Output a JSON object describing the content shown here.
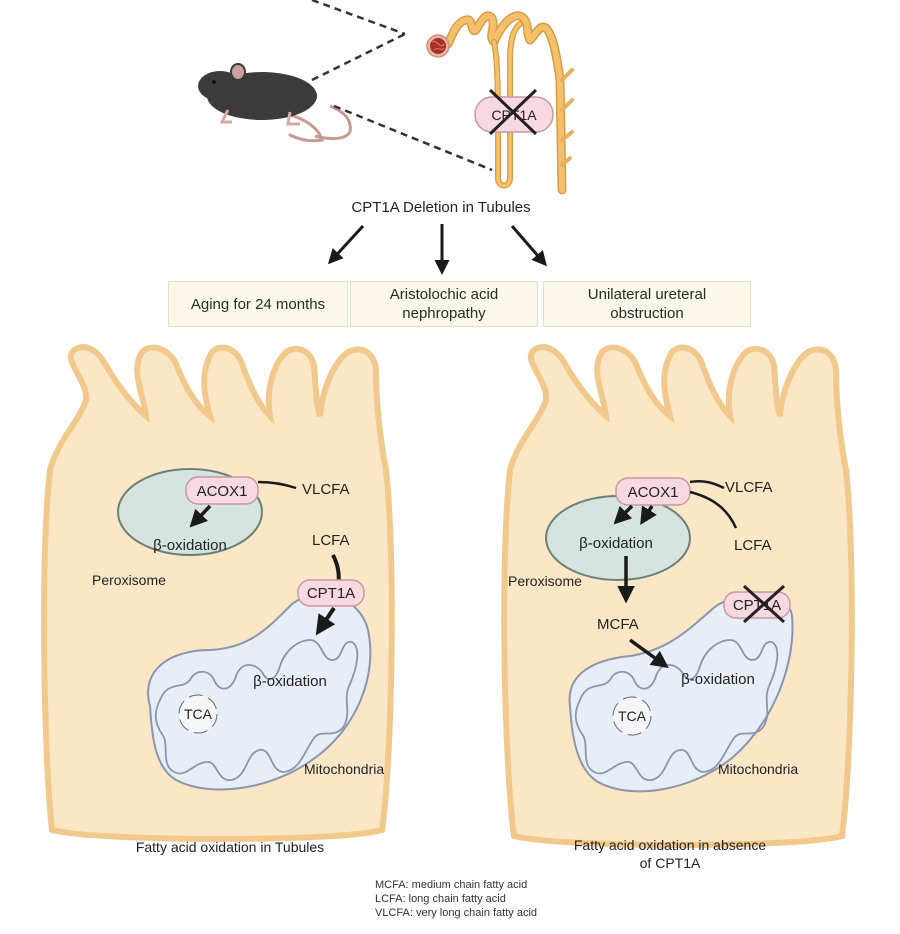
{
  "title": "CPT1A Deletion in Tubules",
  "header_pill": "CPT1A",
  "conditions": [
    {
      "line1": "Aging for 24 months",
      "line2": ""
    },
    {
      "line1": "Aristolochic acid",
      "line2": "nephropathy"
    },
    {
      "line1": "Unilateral ureteral",
      "line2": "obstruction"
    }
  ],
  "left_cell": {
    "enzyme_peroxisome": "ACOX1",
    "vlcfa": "VLCFA",
    "lcfa": "LCFA",
    "beta_ox_peroxisome": "β-oxidation",
    "peroxisome": "Peroxisome",
    "enzyme_mito": "CPT1A",
    "beta_ox_mito": "β-oxidation",
    "tca": "TCA",
    "mitochondria": "Mitochondria",
    "caption": "Fatty acid oxidation in Tubules"
  },
  "right_cell": {
    "enzyme_peroxisome": "ACOX1",
    "vlcfa": "VLCFA",
    "lcfa": "LCFA",
    "beta_ox_peroxisome": "β-oxidation",
    "peroxisome": "Peroxisome",
    "mcfa": "MCFA",
    "enzyme_mito": "CPT1A",
    "beta_ox_mito": "β-oxidation",
    "tca": "TCA",
    "mitochondria": "Mitochondria",
    "caption_line1": "Fatty acid oxidation in absence",
    "caption_line2": "of CPT1A"
  },
  "legend": [
    "MCFA: medium chain fatty acid",
    "LCFA: long chain fatty acid",
    "VLCFA: very long chain fatty acid"
  ],
  "colors": {
    "cell_fill": "#fbe7c6",
    "cell_stroke": "#f2c98c",
    "peroxisome_fill": "#d6e4df",
    "mito_fill": "#e8eef8",
    "mito_stroke": "#8a96ab",
    "pill_fill": "#f8d9e0",
    "pill_stroke": "#c898a4",
    "nephron": "#f0b95a"
  }
}
